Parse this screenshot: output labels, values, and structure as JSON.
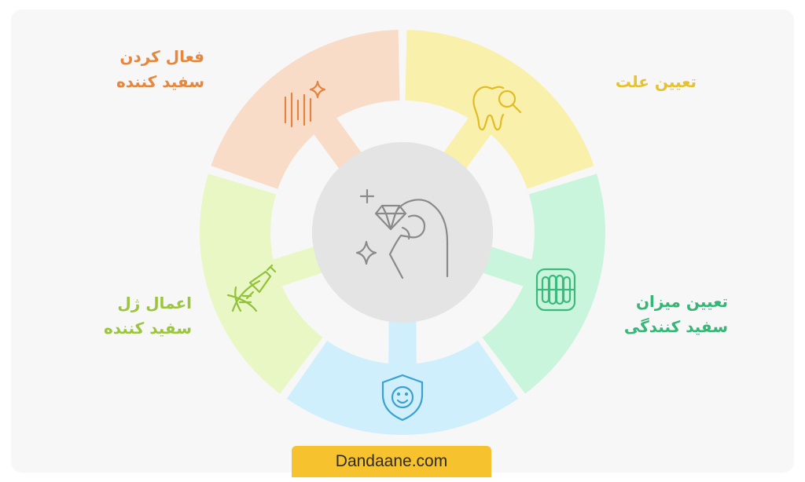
{
  "diagram": {
    "segments": [
      {
        "id": "cause",
        "lines": [
          "تعیین علت"
        ],
        "color": "#f9f1ab",
        "text_color": "#e8c22c",
        "icon": "tooth-search-icon",
        "icon_color": "#e2bb25"
      },
      {
        "id": "amount",
        "lines": [
          "تعیین میزان",
          "سفید کنندگی"
        ],
        "color": "#c9f5dc",
        "text_color": "#34b676",
        "icon": "teeth-icon",
        "icon_color": "#3cba7e"
      },
      {
        "id": "shield",
        "lines": [],
        "color": "#cfeffd",
        "text_color": "#4aa6d6",
        "icon": "shield-face-icon",
        "icon_color": "#3ba0d2"
      },
      {
        "id": "apply",
        "lines": [
          "اعمال ژل",
          "سفید کننده"
        ],
        "color": "#e8f7c4",
        "text_color": "#9bc53d",
        "icon": "syringe-dna-icon",
        "icon_color": "#93c13a"
      },
      {
        "id": "activate",
        "lines": [
          "فعال کردن",
          "سفید کننده"
        ],
        "color": "#f9dcc7",
        "text_color": "#e6873e",
        "icon": "light-sparkle-icon",
        "icon_color": "#e38442"
      }
    ],
    "center": {
      "icon": "hand-diamond-icon",
      "color": "#e4e4e4",
      "icon_color": "#8a8a8a"
    }
  },
  "footer": {
    "brand": "Dandaane.com",
    "color": "#f6c22d"
  }
}
